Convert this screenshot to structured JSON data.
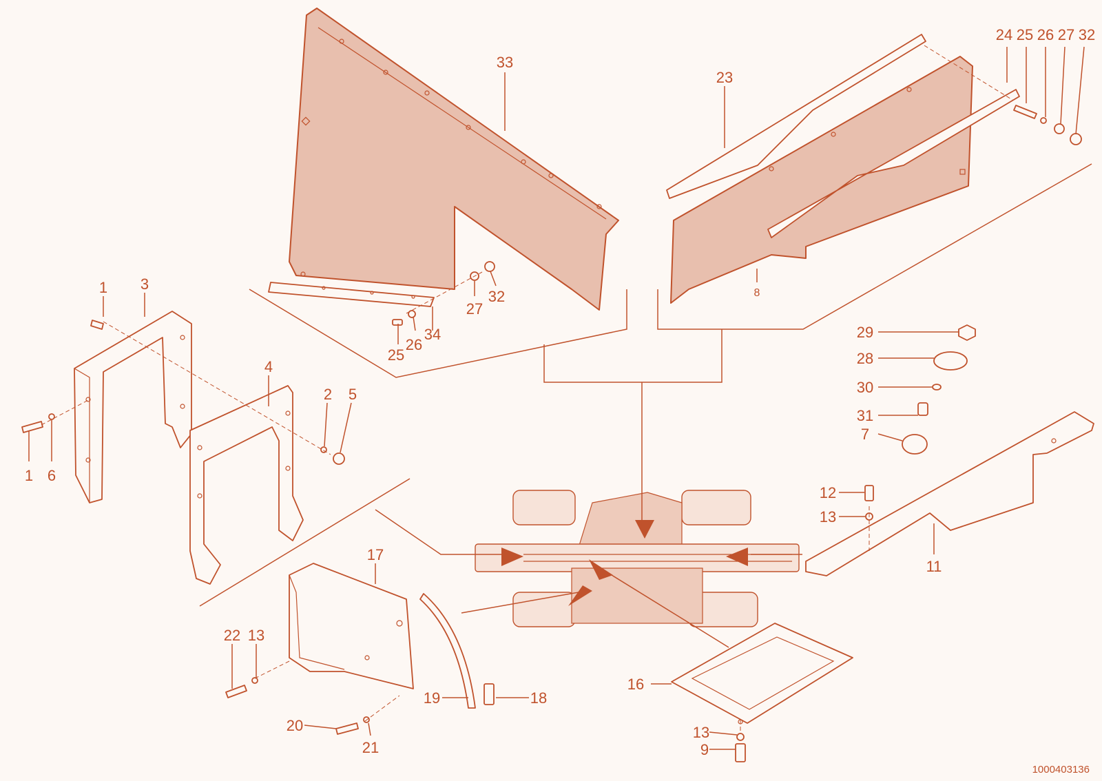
{
  "callouts": {
    "p1a": "1",
    "p1b": "1",
    "p2": "2",
    "p3": "3",
    "p4": "4",
    "p5": "5",
    "p6": "6",
    "p7": "7",
    "p8": "8",
    "p9": "9",
    "p11": "11",
    "p12": "12",
    "p13a": "13",
    "p13b": "13",
    "p13c": "13",
    "p16": "16",
    "p17": "17",
    "p18": "18",
    "p19": "19",
    "p20": "20",
    "p21": "21",
    "p22": "22",
    "p23": "23",
    "p24": "24",
    "p25a": "25",
    "p25b": "25",
    "p26a": "26",
    "p26b": "26",
    "p27a": "27",
    "p27b": "27",
    "p28": "28",
    "p29": "29",
    "p30": "30",
    "p31": "31",
    "p32a": "32",
    "p32b": "32",
    "p33": "33",
    "p34": "34"
  },
  "document_number": "1000403136",
  "colors": {
    "line": "#c0522c",
    "panel_fill": "#e8bfae",
    "background": "#fdf8f4"
  }
}
